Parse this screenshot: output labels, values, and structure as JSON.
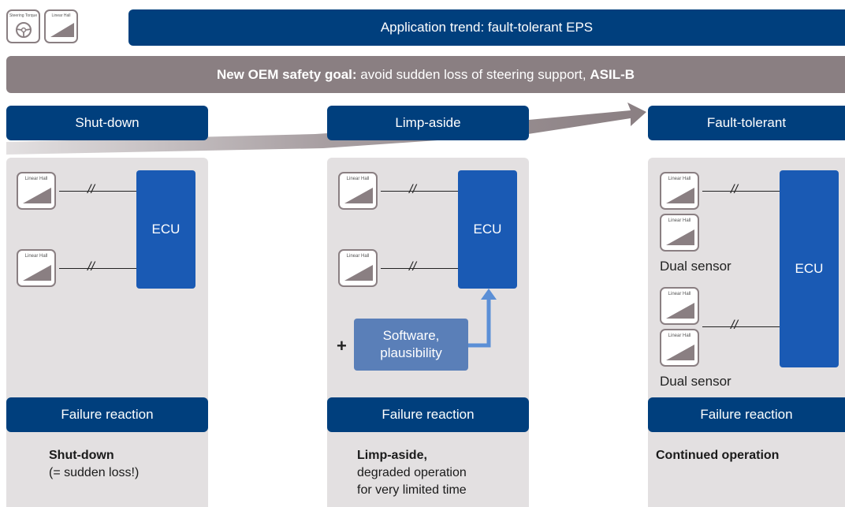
{
  "icons": {
    "steering_label": "Steering Torque",
    "hall_label": "Linear Hall"
  },
  "banner": "Application trend: fault-tolerant EPS",
  "goal": {
    "prefix": "New OEM safety goal:",
    "middle": " avoid sudden loss of steering support, ",
    "suffix": "ASIL-B"
  },
  "columns": {
    "shutdown": {
      "title": "Shut-down",
      "ecu": "ECU",
      "reaction": "Failure reaction",
      "desc_bold": "Shut-down",
      "desc_rest": "(= sudden loss!)"
    },
    "limp": {
      "title": "Limp-aside",
      "ecu": "ECU",
      "software_line1": "Software,",
      "software_line2": "plausibility",
      "plus": "+",
      "reaction": "Failure reaction",
      "desc_bold": "Limp-aside,",
      "desc_line2": "degraded operation",
      "desc_line3": "for very limited time"
    },
    "fault": {
      "title": "Fault-tolerant",
      "ecu": "ECU",
      "dual1": "Dual sensor",
      "dual2": "Dual sensor",
      "reaction": "Failure reaction",
      "desc_bold": "Continued operation"
    }
  },
  "sensor_label": "Linear Hall",
  "colors": {
    "navy": "#003f7d",
    "goal_bar": "#8a7f82",
    "panel": "#e3e0e1",
    "ecu": "#1a5ab4",
    "software": "#5a7fb8",
    "arrow_up": "#5b8fd6",
    "trend_arrow": "#8a7f82"
  }
}
